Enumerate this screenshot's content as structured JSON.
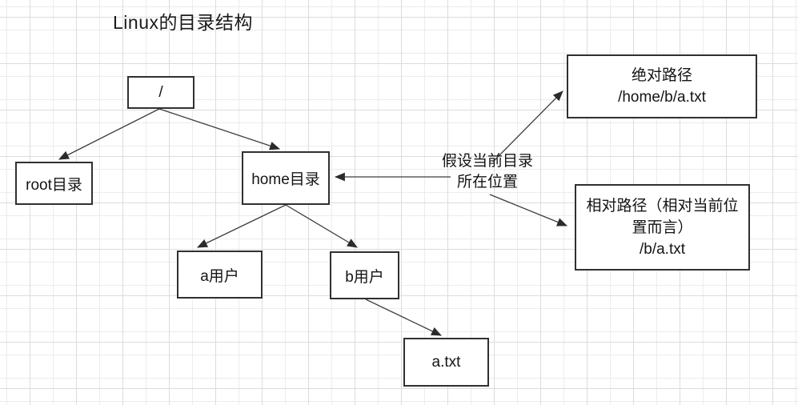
{
  "title": "Linux的目录结构",
  "colors": {
    "background": "#ffffff",
    "grid_minor": "#ececec",
    "grid_major": "#dcdcdc",
    "box_border": "#303030",
    "connector": "#3d3d3d",
    "text": "#141414"
  },
  "nodes": {
    "slash": {
      "label": "/"
    },
    "root_dir": {
      "label": "root目录"
    },
    "home_dir": {
      "label": "home目录"
    },
    "user_a": {
      "label": "a用户"
    },
    "user_b": {
      "label": "b用户"
    },
    "file_a_txt": {
      "label": "a.txt"
    }
  },
  "annotation": {
    "line1": "假设当前目录",
    "line2": "所在位置"
  },
  "callouts": {
    "absolute": {
      "line1": "绝对路径",
      "line2": "/home/b/a.txt"
    },
    "relative": {
      "line1": "相对路径（相对当前位",
      "line2": "置而言）",
      "line3": "/b/a.txt"
    }
  }
}
